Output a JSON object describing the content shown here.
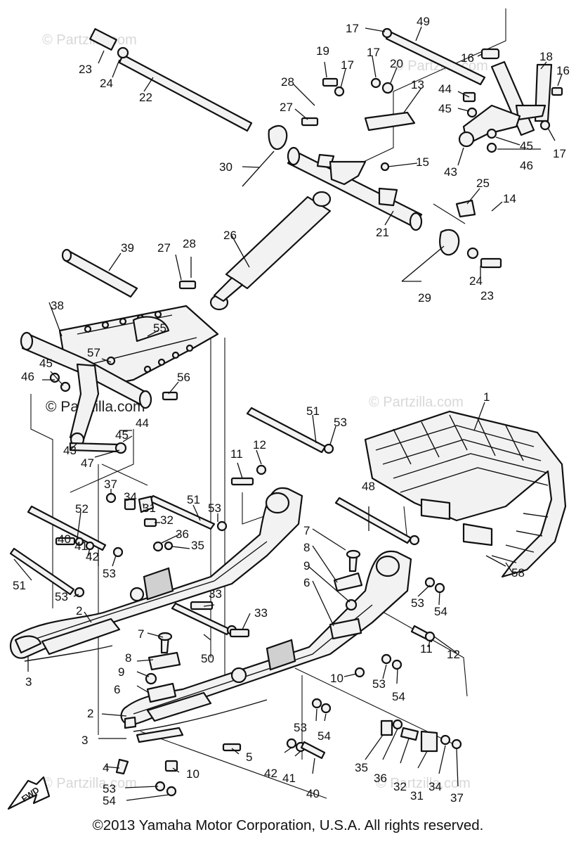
{
  "copyright": "©2013 Yamaha Motor Corporation, U.S.A. All rights reserved.",
  "watermarks": [
    "© Partzilla.com",
    "© Partzilla.com",
    "© Partzilla.com",
    "© Partzilla.com",
    "© Partzilla.com",
    "© Partzilla.com"
  ],
  "fwd_badge": "FWD",
  "callouts": {
    "c17a": "17",
    "c49": "49",
    "c23a": "23",
    "c24a": "24",
    "c22": "22",
    "c19": "19",
    "c17b": "17",
    "c17c": "17",
    "c20": "20",
    "c16a": "16",
    "c18": "18",
    "c16b": "16",
    "c28a": "28",
    "c13": "13",
    "c44a": "44",
    "c45a": "45",
    "c27a": "27",
    "c45b": "45",
    "c17d": "17",
    "c46a": "46",
    "c43a": "43",
    "c30": "30",
    "c15": "15",
    "c25": "25",
    "c14": "14",
    "c21": "21",
    "c26": "26",
    "c39": "39",
    "c27b": "27",
    "c28b": "28",
    "c24b": "24",
    "c23b": "23",
    "c29": "29",
    "c38": "38",
    "c55": "55",
    "c57": "57",
    "c45c": "45",
    "c46b": "46",
    "c56": "56",
    "c44b": "44",
    "c45d": "45",
    "c43b": "43",
    "c47": "47",
    "c51a": "51",
    "c53a": "53",
    "c1": "1",
    "c11a": "11",
    "c12a": "12",
    "c37a": "37",
    "c34a": "34",
    "c31a": "31",
    "c51b": "51",
    "c53b": "53",
    "c48": "48",
    "c52": "52",
    "c32a": "32",
    "c36a": "36",
    "c35a": "35",
    "c7a": "7",
    "c8a": "8",
    "c9a": "9",
    "c40a": "40",
    "c41a": "41",
    "c42a": "42",
    "c53c": "53",
    "c58": "58",
    "c6a": "6",
    "c51c": "51",
    "c53d": "53",
    "c53e": "53",
    "c54a": "54",
    "c2a": "2",
    "c33a": "33",
    "c33b": "33",
    "c3a": "3",
    "c7b": "7",
    "c50": "50",
    "c8b": "8",
    "c9b": "9",
    "c6b": "6",
    "c10a": "10",
    "c53f": "53",
    "c54b": "54",
    "c11b": "11",
    "c12b": "12",
    "c2b": "2",
    "c53g": "53",
    "c54c": "54",
    "c3b": "3",
    "c5": "5",
    "c35b": "35",
    "c36b": "36",
    "c32b": "32",
    "c31b": "31",
    "c34b": "34",
    "c37b": "37",
    "c4": "4",
    "c10b": "10",
    "c42b": "42",
    "c41b": "41",
    "c40b": "40",
    "c53h": "53",
    "c54d": "54"
  }
}
